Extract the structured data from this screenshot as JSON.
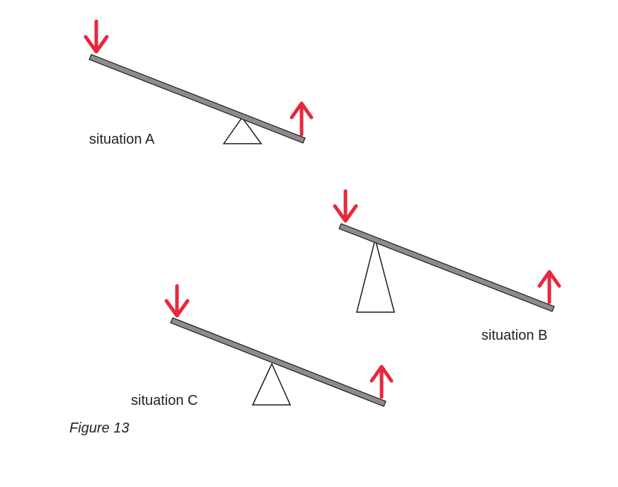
{
  "colors": {
    "plank_fill": "#8c8c8c",
    "plank_stroke": "#1a1a1a",
    "arrow": "#e8283c",
    "text": "#222222"
  },
  "icons": {
    "down_arrow": "arrow-down-icon",
    "up_arrow": "arrow-up-icon",
    "fulcrum": "triangle-fulcrum"
  },
  "situations": [
    {
      "id": "a",
      "label": "situation A"
    },
    {
      "id": "b",
      "label": "situation B"
    },
    {
      "id": "c",
      "label": "situation C"
    }
  ],
  "caption": "Figure 13"
}
